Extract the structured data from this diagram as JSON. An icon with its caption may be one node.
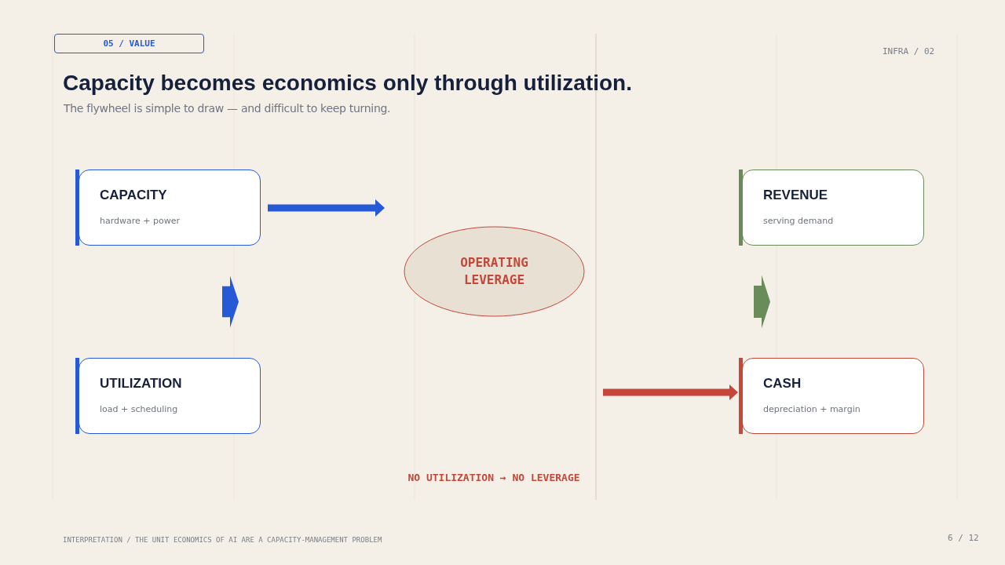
{
  "diagram": {
    "title": "Capacity becomes economics only through utilization.",
    "nodes": [
      {
        "text": [
          "CAPACITY",
          "hardware + power"
        ]
      },
      {
        "text": [
          "REVENUE",
          "serving demand"
        ]
      },
      {
        "text": [
          "OPERATING LEVERAGE"
        ]
      },
      {
        "text": [
          "UTILIZATION",
          "load + scheduling"
        ]
      },
      {
        "text": [
          "CASH",
          "depreciation + margin"
        ]
      }
    ],
    "edges": [
      {
        "from": 0,
        "to": null,
        "arrow": "to",
        "color": "#2559d6"
      },
      {
        "from": 0,
        "to": 3,
        "arrow": "to",
        "style": "thick",
        "color": "#2559d6"
      },
      {
        "from": 1,
        "to": 4,
        "arrow": "to",
        "style": "thick",
        "color": "#6a8c5a"
      },
      {
        "from": null,
        "to": 4,
        "arrow": "to",
        "color": "#c4473a"
      }
    ],
    "labels": [
      "05 / VALUE",
      "INFRA / 02",
      "The flywheel is simple to draw — and difficult to keep turning.",
      "NO UTILIZATION → NO LEVERAGE",
      "INTERPRETATION / THE UNIT ECONOMICS OF AI ARE A CAPACITY-MANAGEMENT PROBLEM",
      "6 / 12"
    ]
  }
}
